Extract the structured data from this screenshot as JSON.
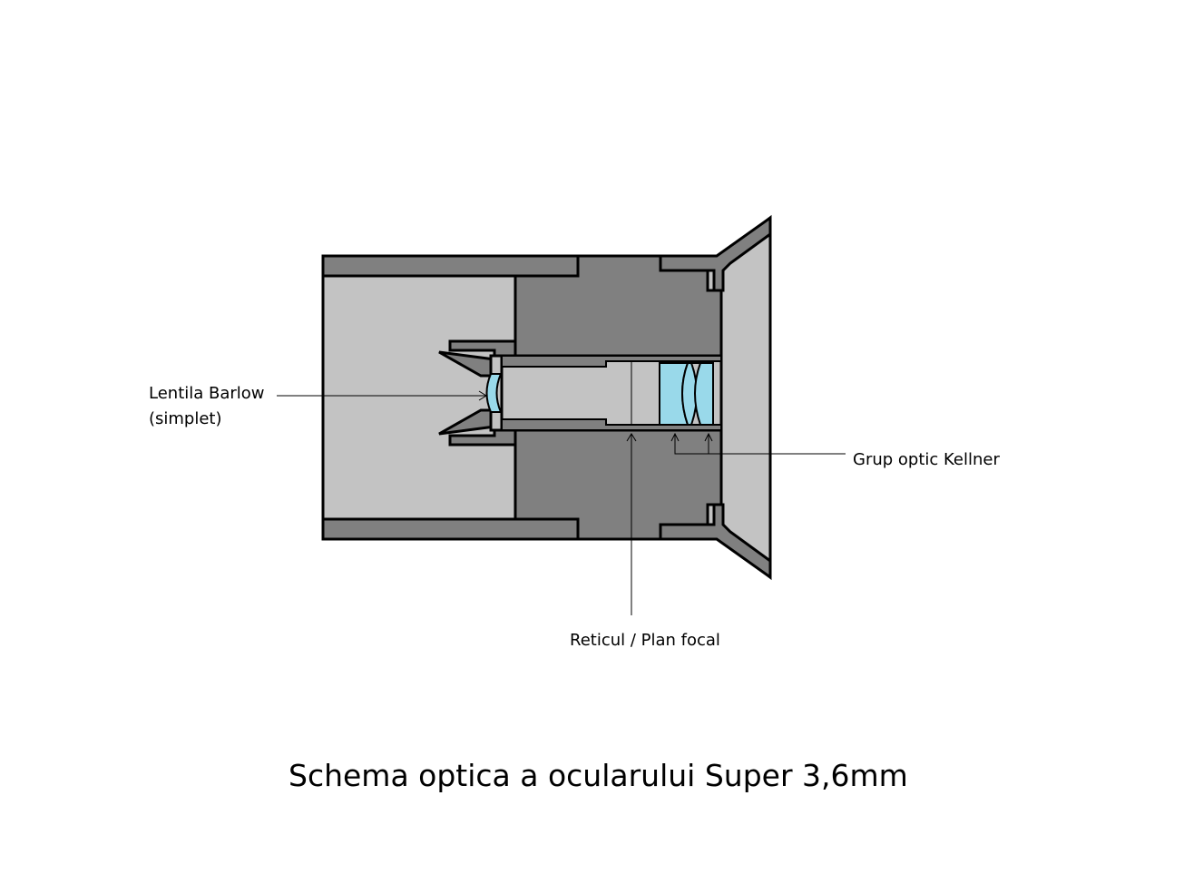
{
  "title": "Schema optica a ocularului Super 3,6mm",
  "labels": {
    "barlow_line1": "Lentila Barlow",
    "barlow_line2": "(simplet)",
    "kellner": "Grup optic Kellner",
    "reticle": "Reticul / Plan focal"
  },
  "colors": {
    "background": "#ffffff",
    "outline": "#000000",
    "dark_metal": "#808080",
    "light_fill": "#c3c3c3",
    "glass": "#99d9ea"
  }
}
